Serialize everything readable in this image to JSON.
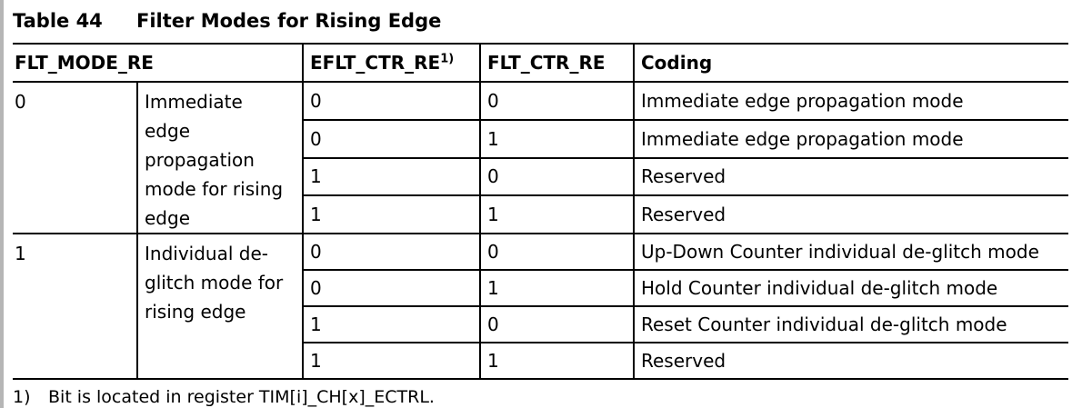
{
  "table": {
    "caption": {
      "label": "Table 44",
      "title": "Filter Modes for Rising Edge"
    },
    "columns": {
      "flt_mode_re": "FLT_MODE_RE",
      "eflt_ctr_re": "EFLT_CTR_RE",
      "eflt_ctr_re_superscript": "1)",
      "flt_ctr_re": "FLT_CTR_RE",
      "coding": "Coding"
    },
    "groups": [
      {
        "flt_mode_re": "0",
        "description": "Immediate\nedge\npropagation\nmode for rising\nedge",
        "rows": [
          {
            "eflt_ctr_re": "0",
            "flt_ctr_re": "0",
            "coding": "Immediate edge propagation mode"
          },
          {
            "eflt_ctr_re": "0",
            "flt_ctr_re": "1",
            "coding": "Immediate edge propagation mode"
          },
          {
            "eflt_ctr_re": "1",
            "flt_ctr_re": "0",
            "coding": "Reserved"
          },
          {
            "eflt_ctr_re": "1",
            "flt_ctr_re": "1",
            "coding": "Reserved"
          }
        ]
      },
      {
        "flt_mode_re": "1",
        "description": "Individual de-\nglitch mode for\nrising edge",
        "rows": [
          {
            "eflt_ctr_re": "0",
            "flt_ctr_re": "0",
            "coding": "Up-Down Counter individual de-glitch mode"
          },
          {
            "eflt_ctr_re": "0",
            "flt_ctr_re": "1",
            "coding": "Hold Counter individual de-glitch mode"
          },
          {
            "eflt_ctr_re": "1",
            "flt_ctr_re": "0",
            "coding": "Reset Counter individual de-glitch mode"
          },
          {
            "eflt_ctr_re": "1",
            "flt_ctr_re": "1",
            "coding": "Reserved"
          }
        ]
      }
    ],
    "footnote": {
      "marker": "1)",
      "text": "Bit is located in register TIM[i]_CH[x]_ECTRL."
    }
  }
}
